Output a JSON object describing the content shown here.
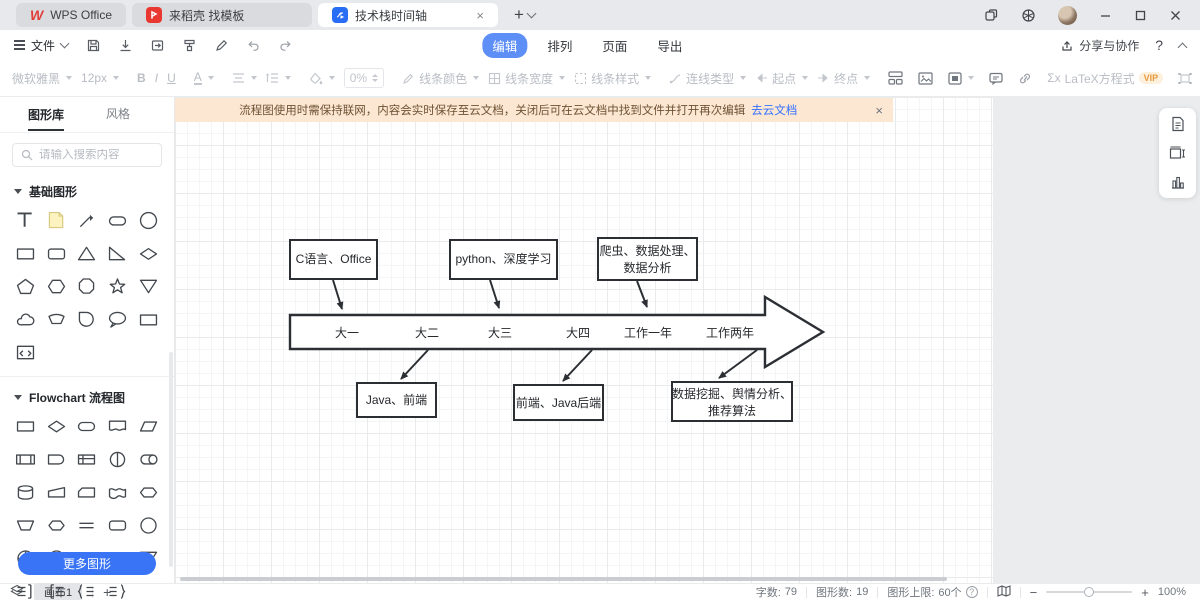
{
  "icons": {
    "close": "×",
    "plus": "+",
    "question": "?"
  },
  "window": {
    "tabs": [
      {
        "label": "WPS Office"
      },
      {
        "label": "来稻壳 找模板"
      },
      {
        "label": "技术栈时间轴",
        "active": true
      }
    ]
  },
  "menubar": {
    "file": "文件",
    "menus": [
      "编辑",
      "排列",
      "页面",
      "导出"
    ],
    "active_menu": "编辑",
    "share": "分享与协作"
  },
  "toolbar": {
    "font": "微软雅黑",
    "font_size": "12px",
    "bold": "B",
    "italic": "I",
    "underline": "U",
    "font_color": "A",
    "opacity": "0%",
    "line_color": "线条颜色",
    "line_width": "线条宽度",
    "line_style": "线条样式",
    "connector_type": "连线类型",
    "start_point": "起点",
    "end_point": "终点",
    "latex_sigma": "Σx",
    "latex": "LaTeX方程式",
    "vip": "VIP"
  },
  "sidebar": {
    "tabs": [
      "图形库",
      "风格"
    ],
    "active_tab": "图形库",
    "search_placeholder": "请输入搜索内容",
    "sections": [
      {
        "title": "基础图形",
        "shapes": [
          "text",
          "sticky-note",
          "arrow",
          "stadium",
          "circle",
          "rectangle",
          "rounded-rectangle",
          "triangle",
          "right-triangle",
          "diamond",
          "pentagon",
          "hexagon",
          "octagon",
          "star",
          "triangle-down",
          "cloud",
          "shield",
          "teardrop",
          "oval-callout",
          "rect-callout",
          "code-block"
        ]
      },
      {
        "title": "Flowchart 流程图",
        "shapes": [
          "process",
          "decision",
          "terminator",
          "document",
          "data",
          "predefined-process",
          "delay",
          "internal-storage",
          "or-junction",
          "direct-data",
          "database",
          "manual-input",
          "card",
          "flexible-process",
          "preparation",
          "manual-operation",
          "hexagon-node",
          "double-line",
          "alternate-process",
          "connector",
          "summing-junction",
          "xor-junction",
          "display",
          "decision-line",
          "extract",
          "bracket-right",
          "bracket-left",
          "brace-right",
          "brace-left"
        ]
      }
    ],
    "more_button": "更多图形"
  },
  "notice": {
    "text": "流程图使用时需保持联网，内容会实时保存至云文档，关闭后可在云文档中找到文件并打开再次编辑",
    "link": "去云文档"
  },
  "diagram": {
    "stages": [
      "大一",
      "大二",
      "大三",
      "大四",
      "工作一年",
      "工作两年"
    ],
    "top_boxes": [
      {
        "label": "C语言、Office"
      },
      {
        "label": "python、深度学习"
      },
      {
        "line1": "爬虫、数据处理、",
        "line2": "数据分析"
      }
    ],
    "bottom_boxes": [
      {
        "label": "Java、前端"
      },
      {
        "label": "前端、Java后端"
      },
      {
        "line1": "数据挖掘、舆情分析、",
        "line2": "推荐算法"
      }
    ]
  },
  "statusbar": {
    "canvas_tab": "画布1",
    "word_count_label": "字数:",
    "word_count": "79",
    "shape_count_label": "图形数:",
    "shape_count": "19",
    "shape_limit_label": "图形上限:",
    "shape_limit": "60个",
    "zoom": "100%"
  },
  "colors": {
    "accent": "#3370ff",
    "menu_pill": "#5d8ff7",
    "notice_bg": "#fbe7d2",
    "vip": "#e8993c"
  }
}
